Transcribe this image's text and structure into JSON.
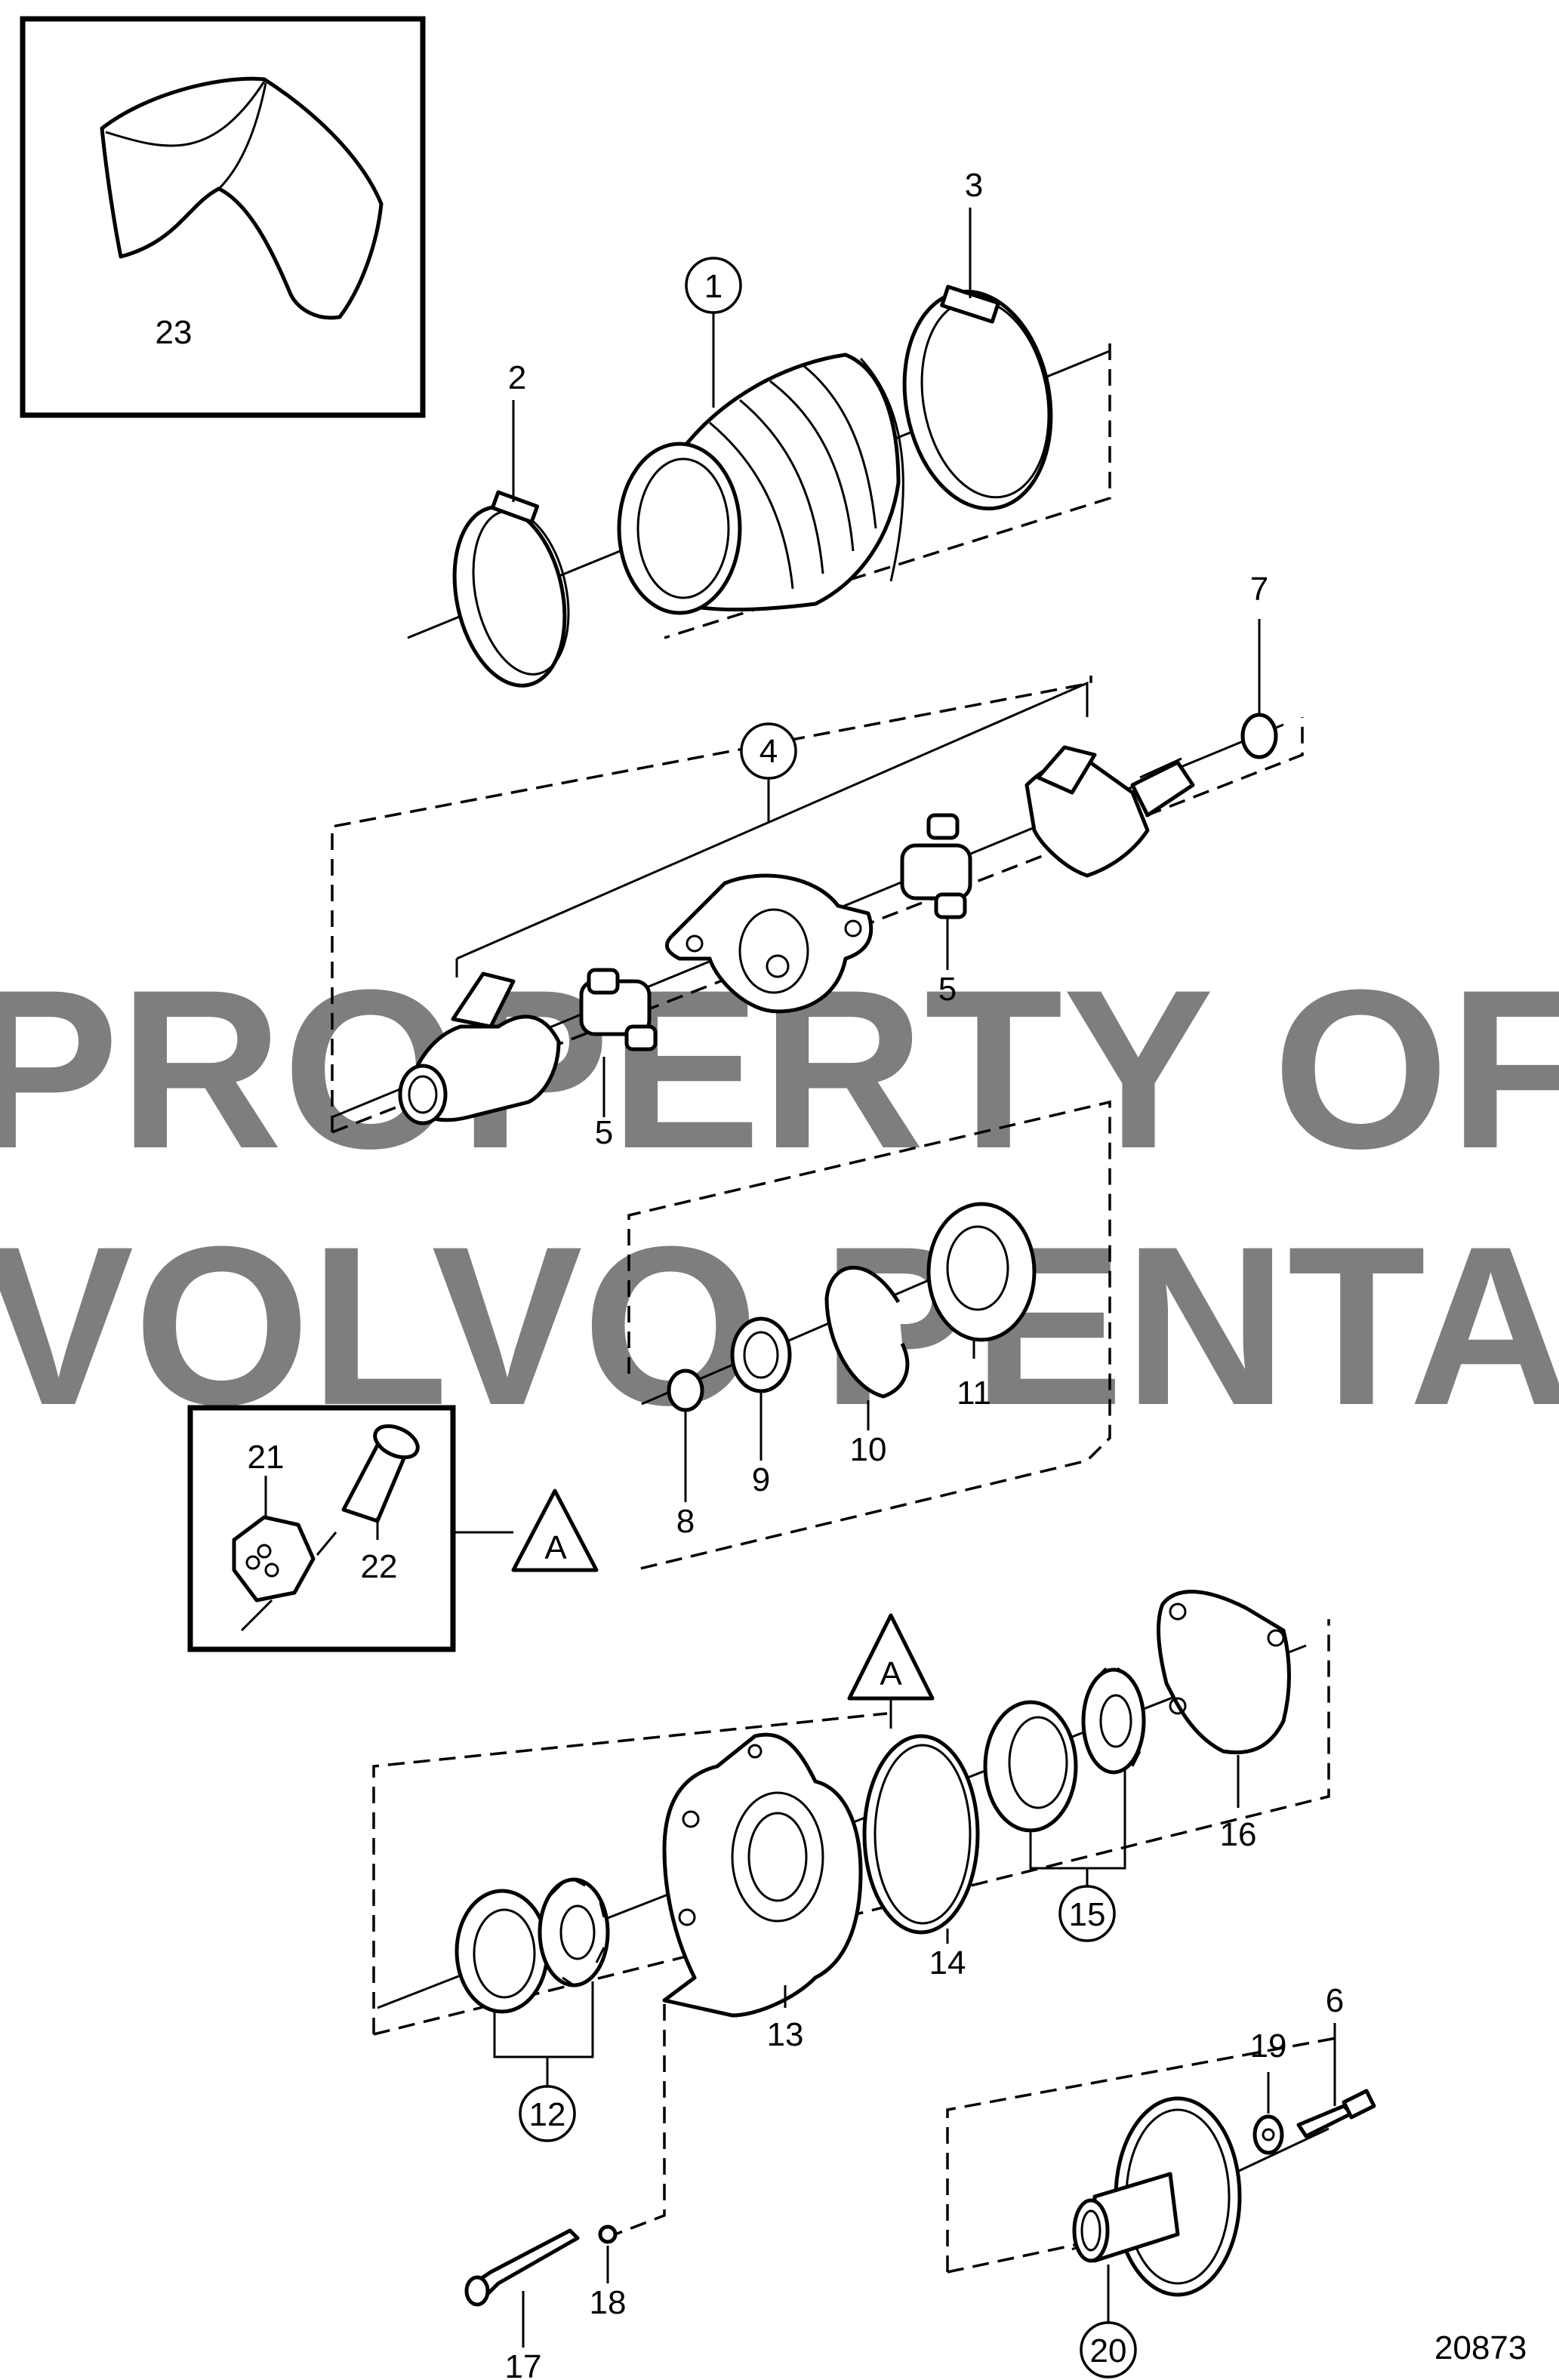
{
  "watermark": {
    "line1": "PROPERTY OF",
    "line2": "VOLVO PENTA"
  },
  "reference_number": "20873",
  "callout_letter": "A",
  "parts": {
    "p1": "1",
    "p2": "2",
    "p3": "3",
    "p4": "4",
    "p5a": "5",
    "p5b": "5",
    "p6": "6",
    "p7": "7",
    "p8": "8",
    "p9": "9",
    "p10": "10",
    "p11": "11",
    "p12": "12",
    "p13": "13",
    "p14": "14",
    "p15": "15",
    "p16": "16",
    "p17": "17",
    "p18": "18",
    "p19": "19",
    "p20": "20",
    "p21": "21",
    "p22": "22",
    "p23": "23"
  }
}
